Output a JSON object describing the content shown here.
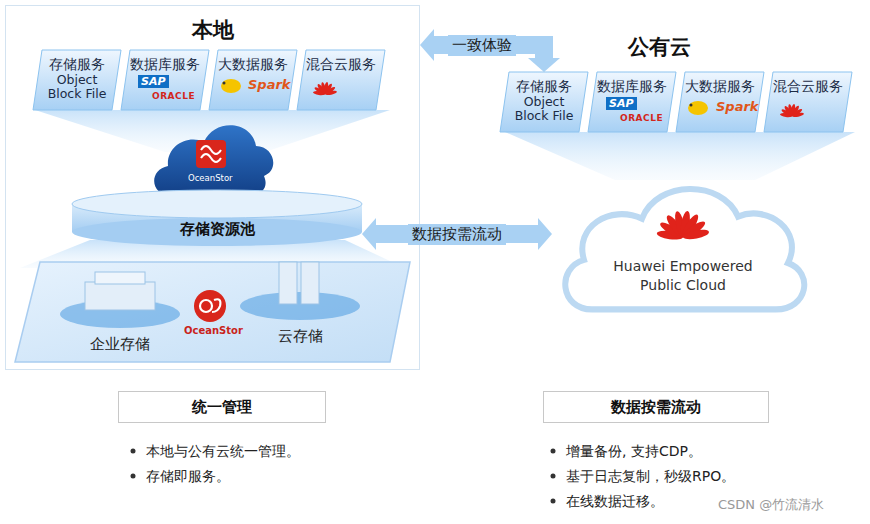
{
  "diagram": {
    "nodes": [
      {
        "text": [
          "本地"
        ]
      },
      {
        "text": [
          "存储服务",
          "Object Block File"
        ],
        "in": 0
      },
      {
        "text": [
          "数据库服务"
        ],
        "in": 0
      },
      {
        "text": [
          "大数据服务"
        ],
        "in": 0
      },
      {
        "text": [
          "混合云服务"
        ],
        "in": 0
      },
      {
        "text": [
          "存储资源池"
        ],
        "in": 0
      },
      {
        "text": [
          "企业存储"
        ],
        "in": 0
      },
      {
        "text": [
          "云存储"
        ],
        "in": 0
      },
      {
        "text": [
          "存储服务",
          "Object Block File"
        ]
      },
      {
        "text": [
          "数据库服务"
        ]
      },
      {
        "text": [
          "大数据服务"
        ]
      },
      {
        "text": [
          "混合云服务"
        ]
      },
      {
        "text": [
          "Huawei Empowered Public Cloud"
        ]
      },
      {
        "text": [
          "统一管理"
        ]
      },
      {
        "text": [
          "数据按需流动"
        ]
      }
    ],
    "edges": [
      {
        "from": 0,
        "to": 8,
        "arrow": "both",
        "label": "一致体验"
      },
      {
        "from": 5,
        "to": 12,
        "arrow": "both",
        "label": "数据按需流动"
      }
    ],
    "labels": [
      "SAP",
      "ORACLE",
      "Spark",
      "OceanStor",
      "OceanStor",
      "公有云",
      "SAP",
      "ORACLE",
      "Spark",
      "本地与公有云统一管理。",
      "存储即服务。",
      "增量备份, 支持CDP。",
      "基于日志复制，秒级RPO。",
      "在线数据迁移。",
      "CSDN @竹流清水"
    ]
  }
}
